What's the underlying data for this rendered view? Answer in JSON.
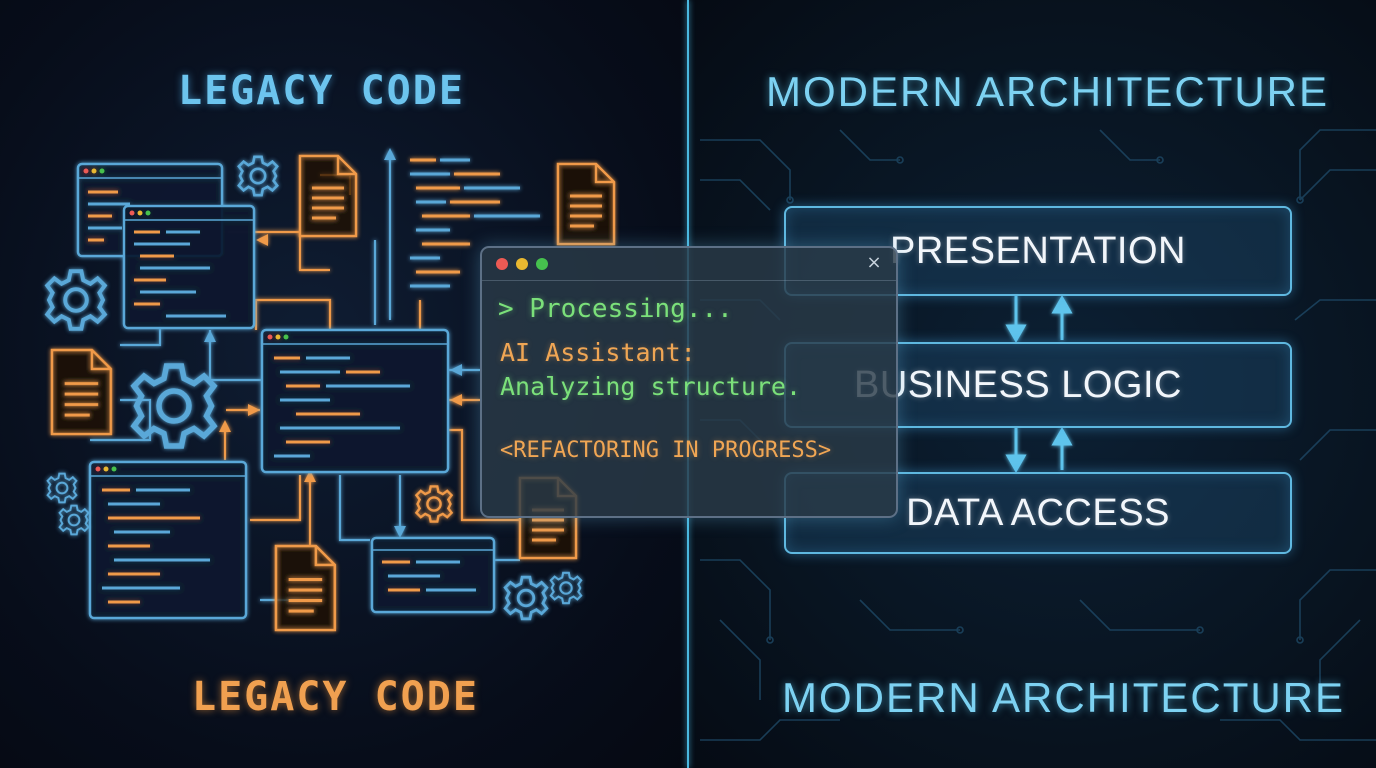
{
  "legacy": {
    "title_top": "LEGACY CODE",
    "title_bottom": "LEGACY CODE"
  },
  "modern": {
    "title_top": "MODERN ARCHITECTURE",
    "title_bottom": "MODERN ARCHITECTURE",
    "layers": [
      "PRESENTATION",
      "BUSINESS LOGIC",
      "DATA ACCESS"
    ]
  },
  "terminal": {
    "close_icon": "×",
    "lines": {
      "processing": "> Processing...",
      "assistant": "AI Assistant:",
      "analyzing": "Analyzing structure.",
      "refactoring": "<REFACTORING IN PROGRESS>"
    }
  },
  "colors": {
    "legacy_blue": "#5aa8d8",
    "legacy_orange": "#f09a48",
    "modern_cyan": "#5fb8e0",
    "terminal_green": "#7be07a",
    "terminal_orange": "#f0a654",
    "divider": "#4ab8e0"
  },
  "icons": [
    "gear-icon",
    "document-icon",
    "code-window-icon",
    "arrow-up-icon",
    "arrow-down-icon",
    "close-icon"
  ]
}
